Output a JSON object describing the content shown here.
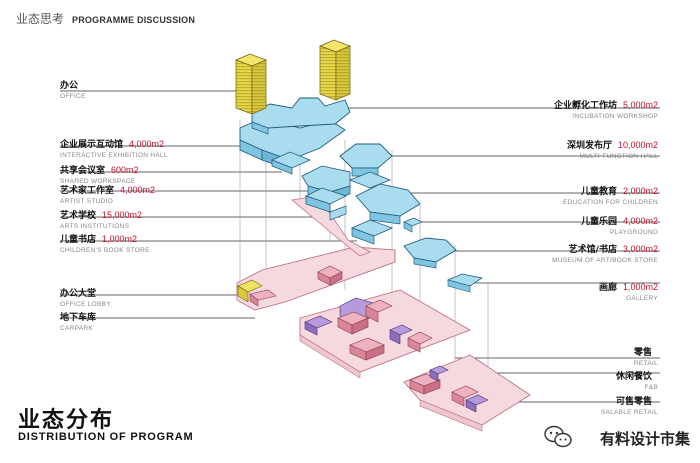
{
  "header": {
    "title_zh": "业态思考",
    "title_en": "PROGRAMME DISCUSSION"
  },
  "left_labels": [
    {
      "zh": "办公",
      "en": "OFFICE",
      "area": ""
    },
    {
      "zh": "企业展示互动馆",
      "en": "INTERACTIVE EXHIBITION HALL",
      "area": "4,000m2"
    },
    {
      "zh": "共享会议室",
      "en": "SHARED WORKSPACE",
      "area": "600m2"
    },
    {
      "zh": "艺术家工作室",
      "en": "ARTIST STUDIO",
      "area": "4,000m2"
    },
    {
      "zh": "艺术学校",
      "en": "ARTS INSTITUTIONS",
      "area": "15,000m2"
    },
    {
      "zh": "儿童书店",
      "en": "CHILDREN'S BOOK STORE",
      "area": "1,000m2"
    },
    {
      "zh": "办公大堂",
      "en": "OFFICE LOBBY",
      "area": ""
    },
    {
      "zh": "地下车库",
      "en": "CARPARK",
      "area": ""
    }
  ],
  "right_labels": [
    {
      "zh": "企业孵化工作坊",
      "en": "INCUBATION WORKSHOP",
      "area": "5,000m2"
    },
    {
      "zh": "深圳发布厅",
      "en": "MULTI-FUNCTION HALL",
      "area": "10,000m2"
    },
    {
      "zh": "儿童教育",
      "en": "EDUCATION FOR CHILDREN",
      "area": "2,000m2"
    },
    {
      "zh": "儿童乐园",
      "en": "PLAYGROUND",
      "area": "4,000m2"
    },
    {
      "zh": "艺术馆/书店",
      "en": "MUSEUM OF ART/BOOK STORE",
      "area": "3,000m2"
    },
    {
      "zh": "画廊",
      "en": "GALLERY",
      "area": "1,000m2"
    },
    {
      "zh": "零售",
      "en": "RETAIL",
      "area": ""
    },
    {
      "zh": "休闲餐饮",
      "en": "F&B",
      "area": ""
    },
    {
      "zh": "可售零售",
      "en": "SALABLE RETAIL",
      "area": ""
    }
  ],
  "footer": {
    "title_zh": "业态分布",
    "title_en": "DISTRIBUTION OF PROGRAM"
  },
  "watermark": {
    "text": "有料设计市集",
    "icon": "wechat-icon"
  },
  "colors": {
    "office": "#e8d84a",
    "hall": "#9fd6ec",
    "retail_pink": "#e8a3b3",
    "retail_purple": "#a98ccd",
    "slab": "#f6d9de",
    "accent": "#c8102e"
  }
}
